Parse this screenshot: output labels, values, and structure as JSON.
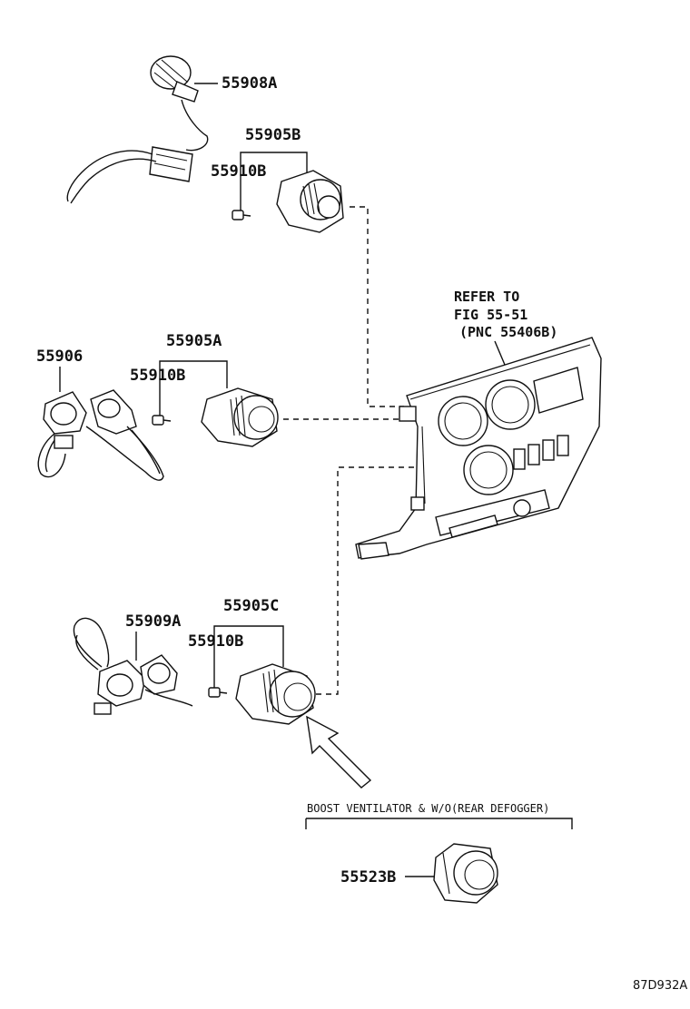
{
  "labels": {
    "p55908A": "55908A",
    "p55905B": "55905B",
    "p55910B_top": "55910B",
    "p55905A": "55905A",
    "p55906": "55906",
    "p55910B_mid": "55910B",
    "p55909A": "55909A",
    "p55905C": "55905C",
    "p55910B_bot": "55910B",
    "p55523B": "55523B"
  },
  "refer": {
    "line1": "REFER TO",
    "line2": "FIG 55-51",
    "line3": "(PNC 55406B)"
  },
  "condition_note": "BOOST VENTILATOR & W/O(REAR DEFOGGER)",
  "diagram_code": "87D932A"
}
